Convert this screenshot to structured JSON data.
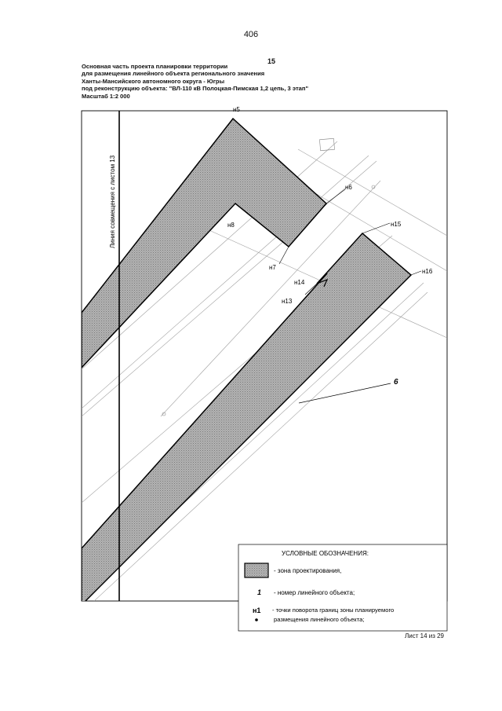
{
  "page_number": "406",
  "title": {
    "line1": "Основная часть проекта планировки территории",
    "line2": "для размещения линейного объекта регионального значения",
    "line3": "Ханты-Мансийского автономного округа - Югры",
    "line4": "под реконструкцию объекта: \"ВЛ-110 кВ Полоцкая-Пимская 1,2 цепь, 3 этап\"",
    "scale": "Масштаб 1:2 000"
  },
  "sheet_number": "15",
  "alignment_line_label": "Линия совмещения с листом 13",
  "points": {
    "n5": "н5",
    "n6": "н6",
    "n8": "н8",
    "n7": "н7",
    "n15": "н15",
    "n14": "н14",
    "n13": "н13",
    "n16": "н16"
  },
  "object_number": "6",
  "legend": {
    "title": "УСЛОВНЫЕ ОБОЗНАЧЕНИЯ:",
    "zone_text": "- зона проектирования,",
    "object_symbol": "1",
    "object_text": "-  номер линейного объекта;",
    "point_symbol": "н1",
    "point_text_1": "- точки поворота границ зоны планируемого",
    "point_text_2": "размещения линейного объекта;"
  },
  "footer": "Лист 14 из 29",
  "colors": {
    "zone_fill": "#a7a7a7",
    "line": "#000000",
    "thin_line": "#9a9a9a"
  }
}
